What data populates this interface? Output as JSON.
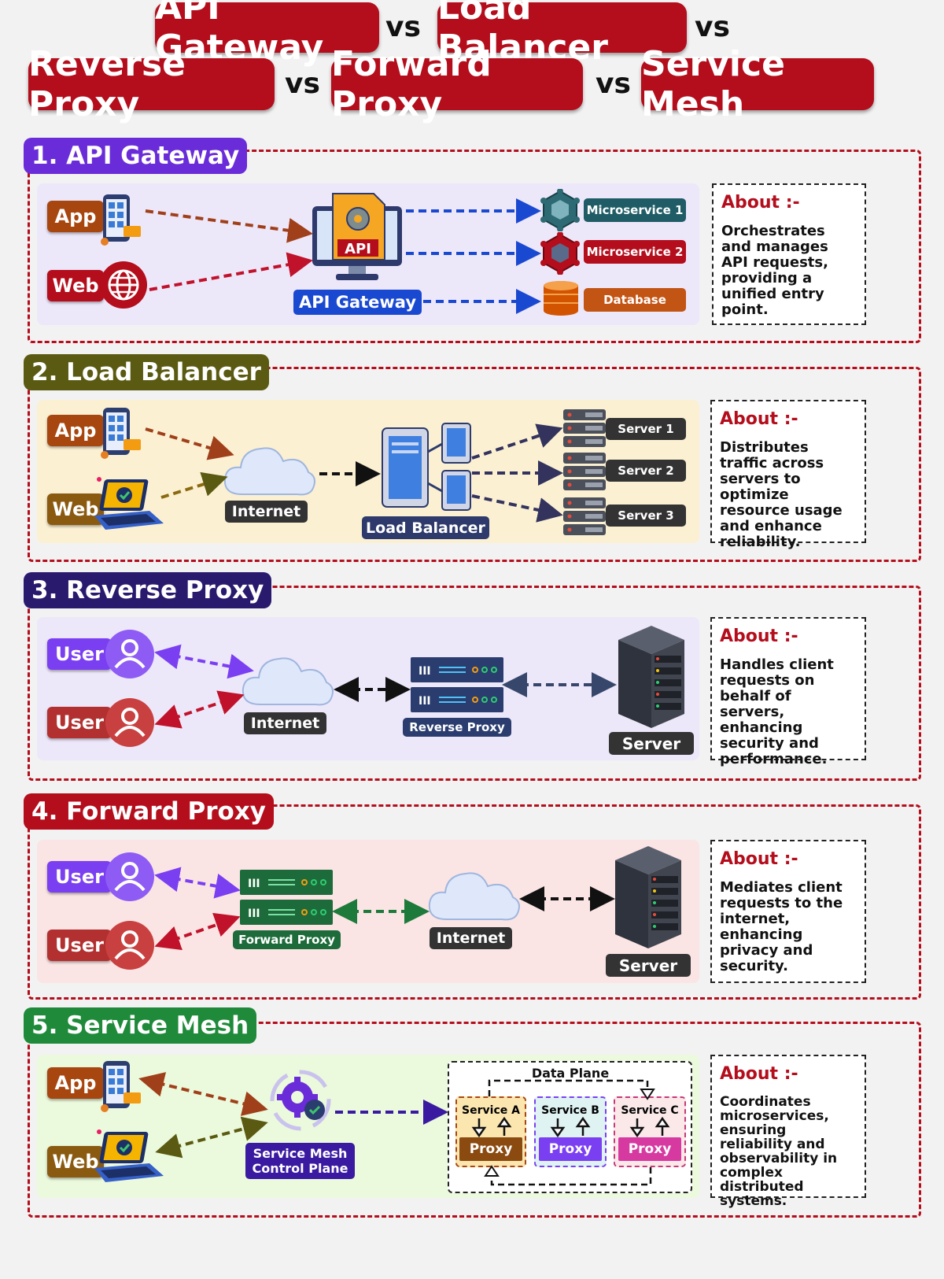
{
  "header": {
    "pills": [
      "API Gateway",
      "Load Balancer",
      "Reverse Proxy",
      "Forward Proxy",
      "Service Mesh"
    ],
    "vs": "vs"
  },
  "colors": {
    "brand_red": "#b40d1c",
    "api_title": "#6a2cd8",
    "lb_title": "#5b5a12",
    "rp_title": "#2a1a6e",
    "fp_title": "#b40d1c",
    "sm_title": "#1f8a3a"
  },
  "sections": {
    "api_gateway": {
      "title": "1. API Gateway",
      "about_title": "About :-",
      "about_text": "Orchestrates and manages API requests, providing a unified entry point.",
      "clients": [
        "App",
        "Web"
      ],
      "center_label": "API Gateway",
      "center_badge": "API",
      "targets": [
        "Microservice 1",
        "Microservice 2",
        "Database"
      ]
    },
    "load_balancer": {
      "title": "2. Load Balancer",
      "about_title": "About :-",
      "about_text": "Distributes traffic across servers to optimize resource usage and enhance reliability.",
      "clients": [
        "App",
        "Web"
      ],
      "internet_label": "Internet",
      "center_label": "Load Balancer",
      "servers": [
        "Server 1",
        "Server 2",
        "Server 3"
      ]
    },
    "reverse_proxy": {
      "title": "3. Reverse Proxy",
      "about_title": "About :-",
      "about_text": "Handles client requests on behalf of servers, enhancing security and performance.",
      "clients": [
        "User",
        "User"
      ],
      "internet_label": "Internet",
      "proxy_label": "Reverse Proxy",
      "server_label": "Server"
    },
    "forward_proxy": {
      "title": "4. Forward Proxy",
      "about_title": "About :-",
      "about_text": "Mediates client requests to the internet, enhancing privacy and security.",
      "clients": [
        "User",
        "User"
      ],
      "proxy_label": "Forward Proxy",
      "internet_label": "Internet",
      "server_label": "Server"
    },
    "service_mesh": {
      "title": "5. Service Mesh",
      "about_title": "About :-",
      "about_text": "Coordinates microservices, ensuring reliability and observability in complex distributed systems.",
      "clients": [
        "App",
        "Web"
      ],
      "control_plane_label": [
        "Service Mesh",
        "Control Plane"
      ],
      "data_plane_label": "Data Plane",
      "services": [
        {
          "name": "Service A",
          "proxy": "Proxy"
        },
        {
          "name": "Service B",
          "proxy": "Proxy"
        },
        {
          "name": "Service C",
          "proxy": "Proxy"
        }
      ]
    }
  }
}
